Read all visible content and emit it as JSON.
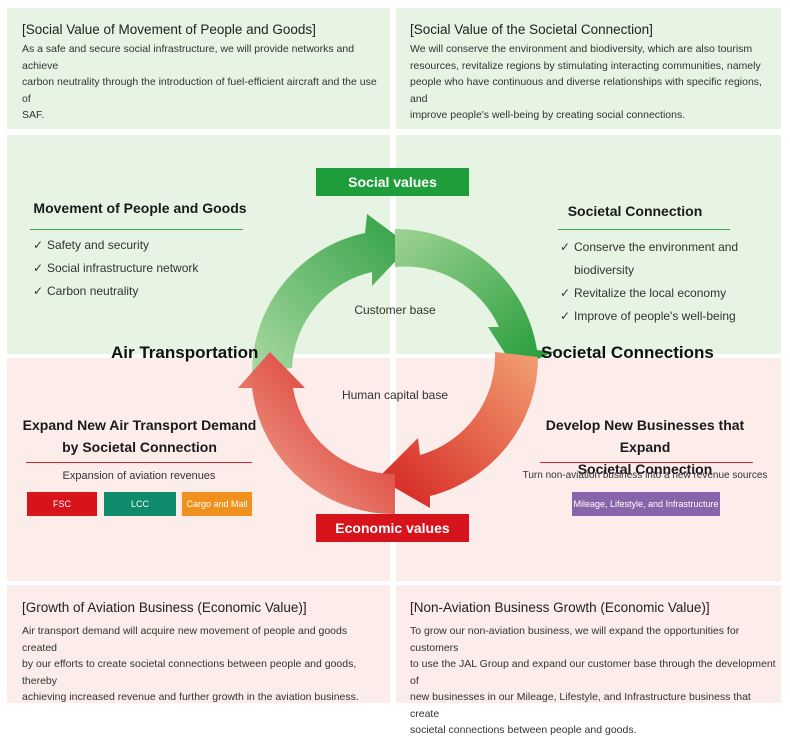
{
  "top_left": {
    "title": "[Social Value of Movement of People and Goods]",
    "lines": [
      "As a safe and secure social infrastructure, we will provide networks and achieve",
      "carbon neutrality through the introduction of fuel-efficient aircraft and the use of",
      "SAF."
    ]
  },
  "top_right": {
    "title": "[Social Value of the Societal Connection]",
    "lines": [
      "We will conserve the environment and biodiversity, which are also tourism",
      "resources, revitalize regions by stimulating interacting communities, namely",
      "people who have continuous and diverse relationships with specific regions, and",
      "improve people's well-being  by creating social connections."
    ]
  },
  "movement": {
    "heading": "Movement of People and Goods",
    "items": [
      "Safety and security",
      "Social infrastructure network",
      "Carbon neutrality"
    ]
  },
  "societal": {
    "heading": "Societal Connection",
    "items": [
      "Conserve the environment and",
      "biodiversity",
      "Revitalize the local economy",
      "Improve of people's well-being"
    ]
  },
  "check_mark": "✓",
  "cycle": {
    "social_values": "Social values",
    "economic_values": "Economic values",
    "customer_base": "Customer base",
    "human_capital_base": "Human capital base",
    "air_transportation": "Air Transportation",
    "societal_connections": "Societal Connections"
  },
  "expand": {
    "heading_1": "Expand New Air Transport Demand",
    "heading_2": "by Societal Connection",
    "subtitle": "Expansion of aviation revenues",
    "tags": [
      {
        "label": "FSC",
        "color": "#d7141c"
      },
      {
        "label": "LCC",
        "color": "#0e8a6c"
      },
      {
        "label": "Cargo and Mail",
        "color": "#f0911e"
      }
    ]
  },
  "develop": {
    "heading_1": "Develop New Businesses that Expand",
    "heading_2": "Societal Connection",
    "subtitle": "Turn non-aviation business into a new revenue sources",
    "tag": {
      "label": "Mileage, Lifestyle, and Infrastructure",
      "color": "#8865aa"
    }
  },
  "bottom_left": {
    "title": "[Growth of Aviation Business (Economic Value)]",
    "lines": [
      "Air transport demand will acquire new movement of people and goods created",
      "by our efforts to create societal connections between people and goods, thereby",
      "achieving increased revenue and further growth in the aviation business."
    ]
  },
  "bottom_right": {
    "title": "[Non-Aviation Business Growth (Economic Value)]",
    "lines": [
      "To grow our non-aviation business, we will expand the opportunities for customers",
      "to use the JAL Group and expand our customer base through the development of",
      "new businesses in our Mileage, Lifestyle, and Infrastructure business that create",
      "societal connections between people and goods."
    ]
  },
  "colors": {
    "green_bg": "#e7f3e3",
    "pink_bg": "#fcecea",
    "social_green": "#1e9e3a",
    "economic_red": "#d7141c",
    "green_rule": "#3aa84a",
    "red_rule": "#d9232e"
  }
}
